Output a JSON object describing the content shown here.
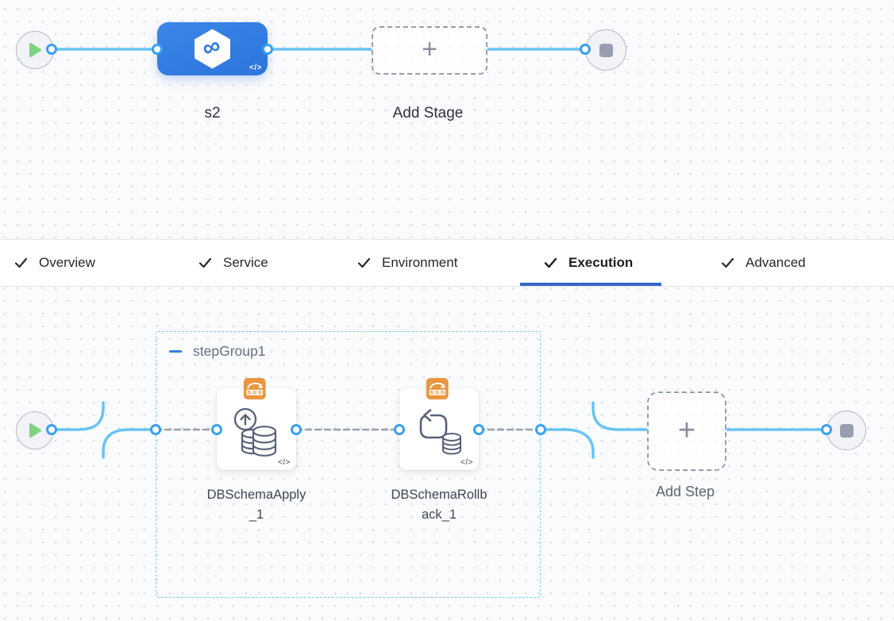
{
  "stage_canvas": {
    "stage": {
      "name": "s2",
      "code_glyph": "</>"
    },
    "add_stage": {
      "label": "Add Stage",
      "plus_glyph": "+"
    }
  },
  "tab_bar": {
    "tabs": [
      {
        "label": "Overview",
        "checked": true
      },
      {
        "label": "Service",
        "checked": true
      },
      {
        "label": "Environment",
        "checked": true
      },
      {
        "label": "Execution",
        "checked": true
      },
      {
        "label": "Advanced",
        "checked": true
      }
    ],
    "active_tab": "Execution"
  },
  "execution_canvas": {
    "step_group": {
      "name": "stepGroup1"
    },
    "steps": [
      {
        "name": "DBSchemaApply_1",
        "code_glyph": "</>"
      },
      {
        "name": "DBSchemaRollback_1",
        "code_glyph": "</>"
      }
    ],
    "add_step": {
      "label": "Add Step",
      "plus_glyph": "+"
    }
  },
  "icons": {
    "harness_logo_glyph": "∞"
  },
  "colors": {
    "stage_blue": "#2f7ce1",
    "edge_blue": "#68c4f1",
    "port_ring_blue": "#38a0f2",
    "tab_underline_blue": "#3566c5",
    "step_group_border_teal": "#85cde9",
    "badge_orange": "#e9963e",
    "play_green": "#7ed383",
    "stop_gray": "#999db0",
    "dashed_edge_gray": "#9aa0ad"
  }
}
